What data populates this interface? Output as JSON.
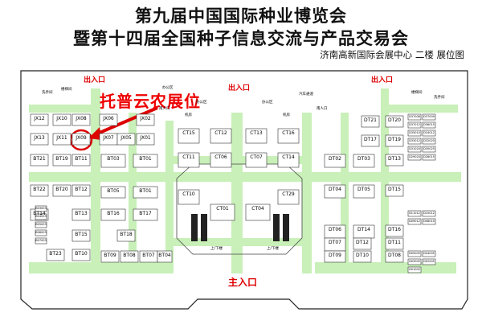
{
  "title_line1": "第九届中国国际种业博览会",
  "title_line2": "暨第十四届全国种子信息交流与产品交易会",
  "subtitle": "济南高新国际会展中心  二楼  展位图",
  "annotation": "托普云农展位",
  "exits": [
    "出入口",
    "出入口",
    "出入口"
  ],
  "main_entry": "主入口",
  "rooms": [
    "洗手间",
    "楼梯间",
    "办公区",
    "汽车通道",
    "洗手间",
    "楼梯间",
    "办公区",
    "办公区",
    "南人口",
    "南人口",
    "机房",
    "机房",
    "上/下楼",
    "上/下楼"
  ],
  "booths": [
    {
      "id": "JX12"
    },
    {
      "id": "JX10"
    },
    {
      "id": "JX08"
    },
    {
      "id": "JX06"
    },
    {
      "id": "JX02"
    },
    {
      "id": "JX13"
    },
    {
      "id": "JX11"
    },
    {
      "id": "JX09"
    },
    {
      "id": "JX07"
    },
    {
      "id": "JX05"
    },
    {
      "id": "JX01"
    },
    {
      "id": "BT21"
    },
    {
      "id": "BT19"
    },
    {
      "id": "BT11"
    },
    {
      "id": "BT03"
    },
    {
      "id": "BT01"
    },
    {
      "id": "BT22"
    },
    {
      "id": "BT20"
    },
    {
      "id": "BT12"
    },
    {
      "id": "BT05"
    },
    {
      "id": "BT01"
    },
    {
      "id": "BT14"
    },
    {
      "id": "BT13"
    },
    {
      "id": "BT16"
    },
    {
      "id": "BT17"
    },
    {
      "id": "BT15"
    },
    {
      "id": "BT18"
    },
    {
      "id": "BT23"
    },
    {
      "id": "BT10"
    },
    {
      "id": "BT09"
    },
    {
      "id": "BT08"
    },
    {
      "id": "BT07"
    },
    {
      "id": "BT04"
    },
    {
      "id": "CT15"
    },
    {
      "id": "CT12"
    },
    {
      "id": "CT13"
    },
    {
      "id": "CT16"
    },
    {
      "id": "CT11"
    },
    {
      "id": "CT06"
    },
    {
      "id": "CT07"
    },
    {
      "id": "CT14"
    },
    {
      "id": "CT10"
    },
    {
      "id": "CT01"
    },
    {
      "id": "CT04"
    },
    {
      "id": "CT29"
    },
    {
      "id": "DT21"
    },
    {
      "id": "DT20"
    },
    {
      "id": "DT19"
    },
    {
      "id": "DT17"
    },
    {
      "id": "DT02"
    },
    {
      "id": "DT03"
    },
    {
      "id": "DT13"
    },
    {
      "id": "DT04"
    },
    {
      "id": "DT05"
    },
    {
      "id": "DT15"
    },
    {
      "id": "DT06"
    },
    {
      "id": "DT14"
    },
    {
      "id": "DT16"
    },
    {
      "id": "DT07"
    },
    {
      "id": "DT12"
    },
    {
      "id": "DT11"
    },
    {
      "id": "DT09"
    },
    {
      "id": "DT10"
    },
    {
      "id": "DT08"
    },
    {
      "id": "D37008"
    },
    {
      "id": "D37009"
    },
    {
      "id": "D37012"
    },
    {
      "id": "D36015"
    },
    {
      "id": "D35010"
    },
    {
      "id": "D34012"
    },
    {
      "id": "D33012"
    },
    {
      "id": "D32020"
    },
    {
      "id": "D31020"
    },
    {
      "id": "D30025"
    },
    {
      "id": "D29020"
    },
    {
      "id": "D28015"
    },
    {
      "id": "D11012"
    },
    {
      "id": "D10012"
    },
    {
      "id": "D09012"
    },
    {
      "id": "D08010"
    },
    {
      "id": "D05005"
    },
    {
      "id": "D04005"
    },
    {
      "id": "D03005"
    },
    {
      "id": "D02005"
    },
    {
      "id": "D01005"
    },
    {
      "id": "B03003"
    },
    {
      "id": "B04003"
    },
    {
      "id": "B05003"
    },
    {
      "id": "B06003"
    },
    {
      "id": "B07003"
    }
  ]
}
